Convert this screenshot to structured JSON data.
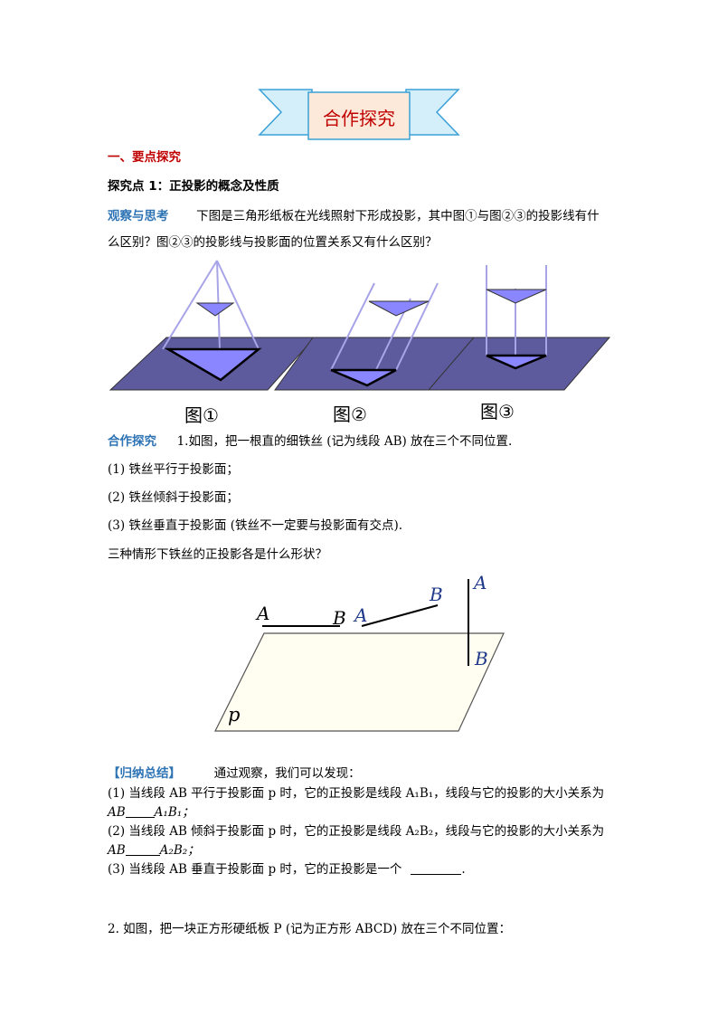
{
  "banner": {
    "title": "合作探究"
  },
  "section1": {
    "heading": "一、要点探究"
  },
  "point1": {
    "heading": "探究点 1：正投影的概念及性质"
  },
  "observe": {
    "tag": "观察与思考",
    "line1": "下图是三角形纸板在光线照射下形成投影，其中图①与图②③的投影线有什",
    "line2": "么区别？图②③的投影线与投影面的位置关系又有什么区别？"
  },
  "figure1": {
    "labels": [
      "图①",
      "图②",
      "图③"
    ]
  },
  "coop": {
    "tag": "合作探究",
    "intro": "1.如图，把一根直的细铁丝 (记为线段 AB) 放在三个不同位置.",
    "items": [
      "(1) 铁丝平行于投影面；",
      "(2) 铁丝倾斜于投影面；",
      "(3) 铁丝垂直于投影面 (铁丝不一定要与投影面有交点)."
    ],
    "question": "三种情形下铁丝的正投影各是什么形状？"
  },
  "figure2": {
    "plane_label": "p",
    "labels": [
      "A",
      "B",
      "A",
      "B",
      "A",
      "B"
    ]
  },
  "summary": {
    "tag": "【归纳总结】",
    "intro": "通过观察，我们可以发现：",
    "l1a": "(1) 当线段 AB 平行于投影面 p 时，它的正投影是线段 A₁B₁，线段与它的投影的大小关系为",
    "l1b_pre": "AB",
    "l1b_post": "A₁B₁；",
    "l2a": "(2) 当线段 AB 倾斜于投影面 p 时，它的正投影是线段 A₂B₂，线段与它的投影的大小关系为",
    "l2b_pre": "AB",
    "l2b_post": "A₂B₂；",
    "l3_pre": "(3) 当线段 AB 垂直于投影面 p 时，它的正投影是一个",
    "l3_post": "."
  },
  "q2": {
    "text": "2. 如图，把一块正方形硬纸板 P (记为正方形 ABCD) 放在三个不同位置："
  },
  "colors": {
    "accent_red": "#c00000",
    "accent_blue": "#2e74b5",
    "plane": "#5e5a9e",
    "triangle": "#8a86ff",
    "ray": "#a8a4e8",
    "italic_label": "#1f3a8a"
  }
}
